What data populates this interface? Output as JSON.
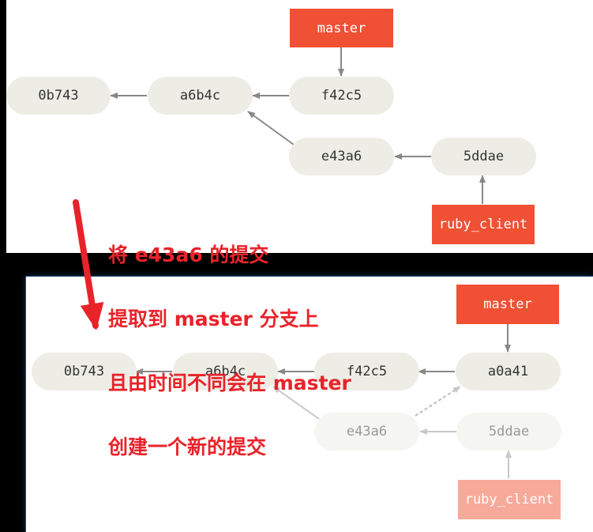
{
  "top": {
    "tags": {
      "master": "master",
      "ruby_client": "ruby_client"
    },
    "commits": {
      "c0": "0b743",
      "c1": "a6b4c",
      "c2": "f42c5",
      "c3": "e43a6",
      "c4": "5ddae"
    }
  },
  "bottom": {
    "tags": {
      "master": "master",
      "ruby_client": "ruby_client"
    },
    "commits": {
      "c0": "0b743",
      "c1": "a6b4c",
      "c2": "f42c5",
      "c5": "a0a41",
      "c3": "e43a6",
      "c4": "5ddae"
    }
  },
  "annotation": {
    "lines": [
      "将 e43a6 的提交",
      "提取到 master 分支上",
      "且由时间不同会在 master",
      "创建一个新的提交"
    ]
  },
  "colors": {
    "tag": "#f05033",
    "tag_faded": "#f7a99a",
    "node": "#ededE6",
    "annotation": "#e8232a",
    "arrow": "#e8232a"
  }
}
